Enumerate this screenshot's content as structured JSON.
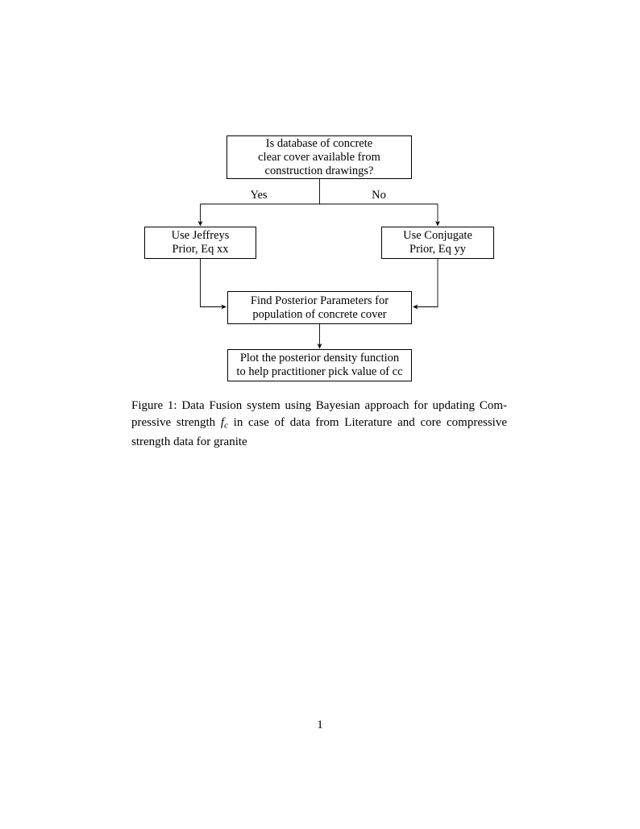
{
  "flowchart": {
    "nodes": {
      "decision": {
        "lines": [
          "Is database of concrete",
          "clear cover available from",
          "construction drawings?"
        ]
      },
      "jeffreys": {
        "lines": [
          "Use Jeffreys",
          "Prior, Eq xx"
        ]
      },
      "conjugate": {
        "lines": [
          "Use Conjugate",
          "Prior, Eq yy"
        ]
      },
      "posterior": {
        "lines": [
          "Find Posterior Parameters for",
          "population of concrete cover"
        ]
      },
      "plot": {
        "lines": [
          "Plot the posterior density function",
          "to help practitioner pick value of cc"
        ]
      }
    },
    "edge_labels": {
      "yes": "Yes",
      "no": "No"
    },
    "line_color": "#000000",
    "box_background": "#ffffff"
  },
  "caption": {
    "line1": "Figure 1: Data Fusion system using Bayesian approach for updating Com-",
    "line2_pre": "pressive strength ",
    "line2_var": "f",
    "line2_sub": "c",
    "line2_post": " in case of data from Literature and core compressive",
    "line3": "strength data for granite"
  },
  "page": {
    "number": "1",
    "background": "#ffffff",
    "text_color": "#000000"
  }
}
